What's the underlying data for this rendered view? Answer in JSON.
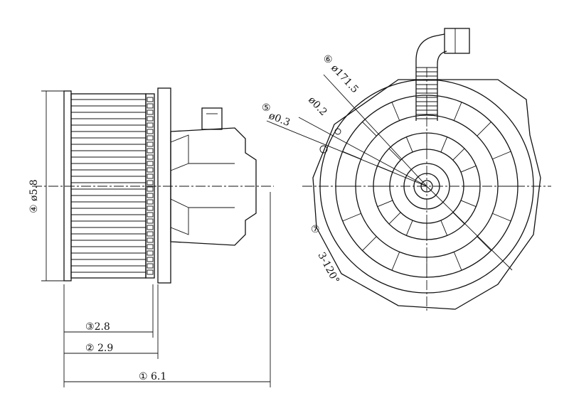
{
  "title": "Blower motor dimension drawing",
  "dimensions": {
    "overall_length": {
      "callout": "①",
      "value": "6.1"
    },
    "flange_depth": {
      "callout": "②",
      "value": "2.9"
    },
    "wheel_depth": {
      "callout": "③",
      "value": "2.8"
    },
    "wheel_diameter": {
      "callout": "④",
      "value": "ø5.8"
    },
    "hole_diameter_a": {
      "callout": "⑤",
      "value": "ø0.3"
    },
    "hole_diameter_b": {
      "value": "ø0.2"
    },
    "bolt_circle": {
      "callout": "⑥",
      "value": "ø171.5"
    },
    "mount_pattern": {
      "callout": "⑦",
      "value": "3-120°"
    }
  }
}
